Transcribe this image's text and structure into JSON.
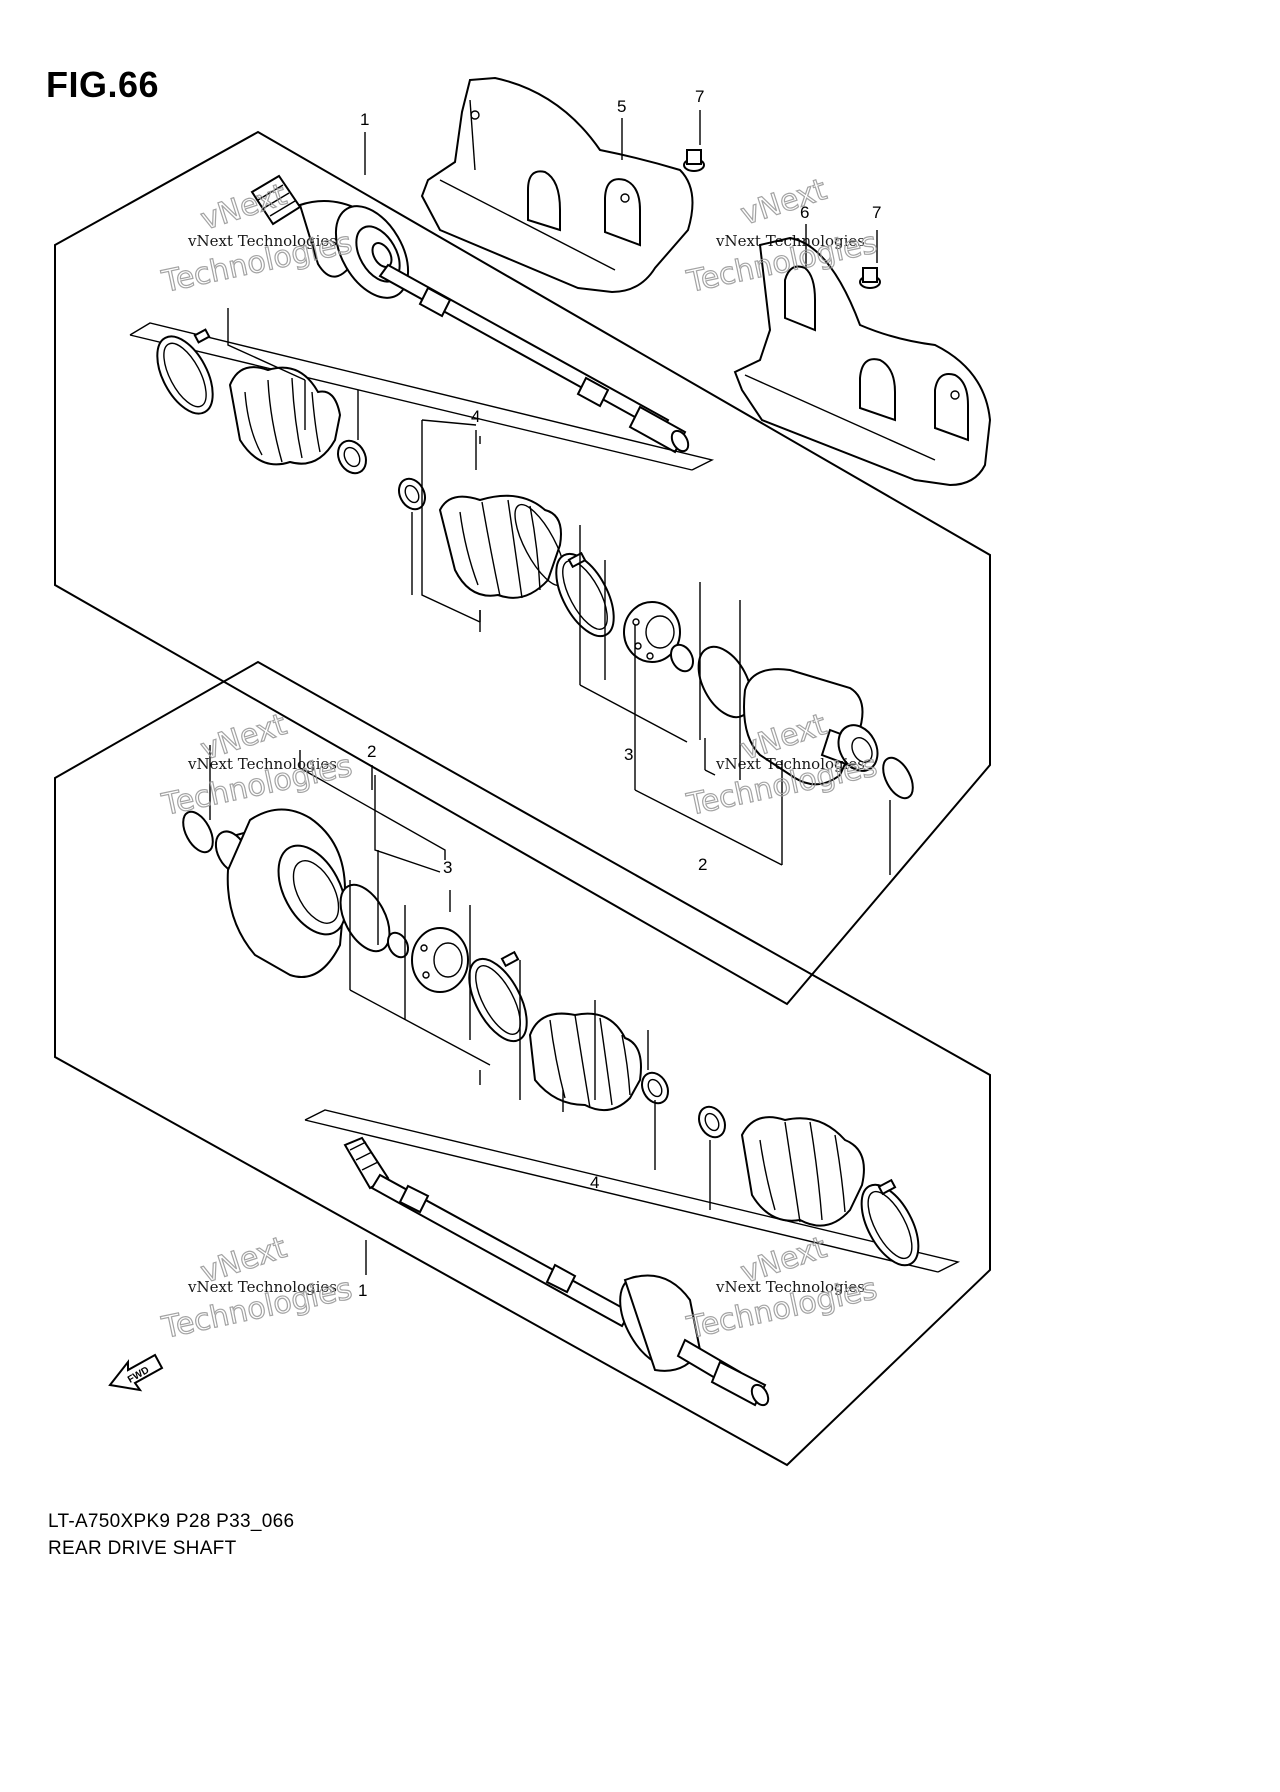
{
  "figure": {
    "title": "FIG.66",
    "drawing_code": "LT-A750XPK9 P28 P33_066",
    "drawing_title": "REAR DRIVE SHAFT"
  },
  "callouts": {
    "upper": {
      "shaft": "1",
      "inner_joint_set": "3",
      "joint_assy": "2",
      "boot_kit": "4",
      "guard_left": "5",
      "guard_right": "6",
      "bolt_left": "7",
      "bolt_right": "7"
    },
    "lower": {
      "joint_assy": "2",
      "inner_joint_set": "3",
      "boot_kit": "4",
      "shaft": "1"
    }
  },
  "watermark": {
    "line1": "vNext Technologies",
    "line2": "Technologies",
    "line3": "vNext"
  },
  "fwd_arrow_label": "FWD",
  "icons": {
    "fwd_arrow": "arrow-fwd-icon"
  }
}
